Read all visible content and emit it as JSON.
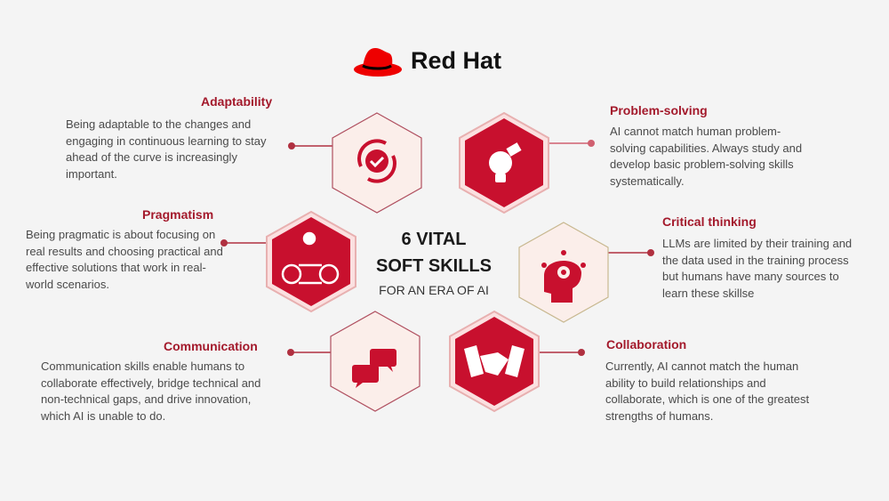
{
  "brand": {
    "name": "Red Hat",
    "color": "#ee0000"
  },
  "center": {
    "line1": "6 VITAL",
    "line2": "SOFT SKILLS",
    "subtitle": "FOR AN ERA OF AI"
  },
  "skills": [
    {
      "title": "Adaptability",
      "description": "Being adaptable to the changes and engaging in continuous learning to stay ahead of the curve is increasingly important.",
      "icon": "refresh-check-icon"
    },
    {
      "title": "Problem-solving",
      "description": "AI cannot match human problem-solving capabilities. Always study and develop basic problem-solving skills systematically.",
      "icon": "lightbulb-puzzle-icon"
    },
    {
      "title": "Pragmatism",
      "description": "Being pragmatic is about focusing on real results and choosing practical and effective solutions that work in real-world scenarios.",
      "icon": "gear-cycle-icon"
    },
    {
      "title": "Critical thinking",
      "description": "LLMs are limited by their training and the data used in the training process but humans have many sources to learn these skillse",
      "icon": "head-gear-icon"
    },
    {
      "title": "Communication",
      "description": "Communication skills enable humans to collaborate effectively, bridge technical and non-technical gaps, and drive innovation, which AI is unable to do.",
      "icon": "chat-bubbles-icon"
    },
    {
      "title": "Collaboration",
      "description": "Currently, AI cannot match the human ability to build relationships and collaborate, which is one of the greatest strengths of humans.",
      "icon": "handshake-icon"
    }
  ],
  "colors": {
    "accent": "#c8102e",
    "title": "#a3192b",
    "light_hex": "#fbeeea",
    "background": "#f4f4f4"
  }
}
